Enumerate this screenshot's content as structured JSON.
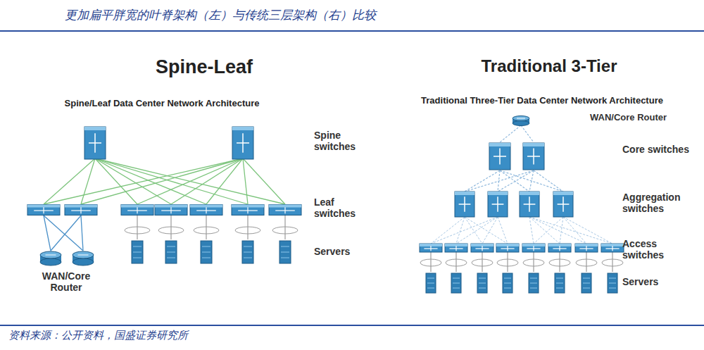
{
  "diagram": {
    "title": "更加扁平胖宽的叶脊架构（左）与传统三层架构（右）比较",
    "caption": "资料来源：公开资料，国盛证券研究所",
    "labels": [
      "Spine-Leaf",
      "Spine/Leaf Data Center Network Architecture",
      "Spine switches",
      "Leaf switches",
      "Servers",
      "WAN/Core Router",
      "Traditional 3-Tier",
      "Traditional Three-Tier Data Center Network Architecture",
      "WAN/Core Router",
      "Core switches",
      "Aggregation switches",
      "Access switches",
      "Servers"
    ]
  }
}
